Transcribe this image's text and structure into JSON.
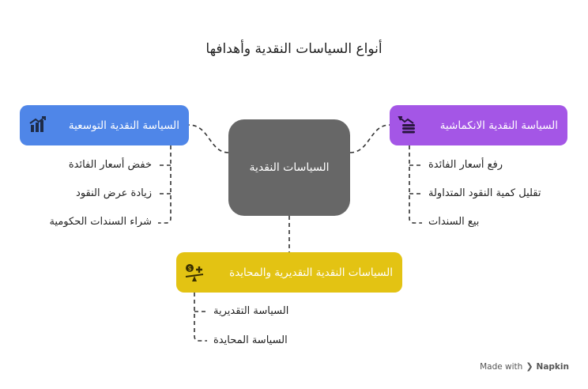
{
  "title": "أنواع السياسات النقدية وأهدافها",
  "center": {
    "label": "السياسات النقدية"
  },
  "expansionary": {
    "label": "السياسة النقدية التوسعية",
    "color": "#4f86e8",
    "icon": "hand-with-growth-chart-icon",
    "items": [
      "خفض أسعار الفائدة",
      "زيادة عرض النقود",
      "شراء السندات الحكومية"
    ]
  },
  "contractionary": {
    "label": "السياسة النقدية الانكماشية",
    "color": "#a456e6",
    "icon": "coins-down-arrow-icon",
    "items": [
      "رفع أسعار الفائدة",
      "تقليل كمية النقود المتداولة",
      "بيع السندات"
    ]
  },
  "neutral": {
    "label": "السياسات النقدية التقديرية والمحايدة",
    "color": "#e3c313",
    "icon": "balance-scale-coin-icon",
    "items": [
      "السياسة التقديرية",
      "السياسة المحايدة"
    ]
  },
  "footer": {
    "made_with": "Made with",
    "brand": "Napkin"
  }
}
